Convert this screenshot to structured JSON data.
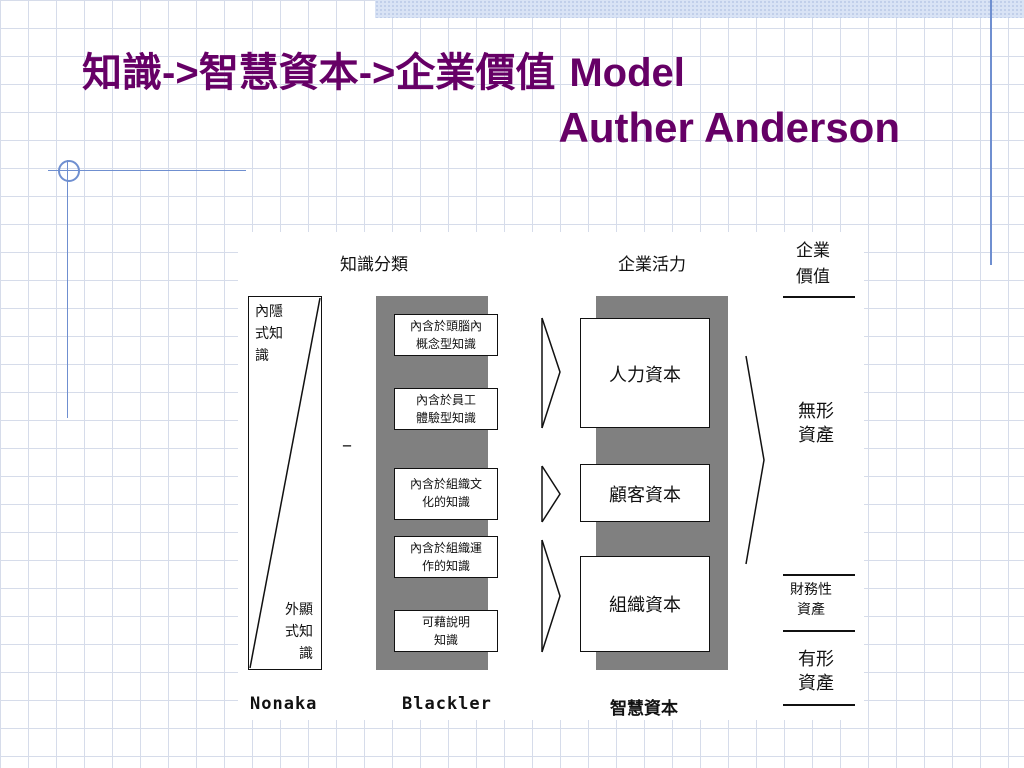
{
  "title": {
    "line1_cjk_a": "知識",
    "arrow1": "->",
    "line1_cjk_b": "智慧資本",
    "arrow2": "->",
    "line1_cjk_c": "企業價值 ",
    "line1_latin": "Model",
    "line2": "Auther Anderson"
  },
  "diagram": {
    "header_knowledge": "知識分類",
    "header_vitality": "企業活力",
    "header_value_line1": "企業",
    "header_value_line2": "價值",
    "nonaka": {
      "tacit_line1": "內隱",
      "tacit_line2": "式知",
      "tacit_line3": "識",
      "explicit_line1": "外顯",
      "explicit_line2": "式知",
      "explicit_line3": "識",
      "dash": "–",
      "label": "Nonaka"
    },
    "blackler": {
      "items": [
        {
          "l1": "內含於頭腦內",
          "l2": "概念型知識"
        },
        {
          "l1": "內含於員工",
          "l2": "體驗型知識"
        },
        {
          "l1": "內含於組織文",
          "l2": "化的知識"
        },
        {
          "l1": "內含於組織運",
          "l2": "作的知識"
        },
        {
          "l1": "可藉說明",
          "l2": "知識"
        }
      ],
      "label": "Blackler"
    },
    "capital": {
      "human": "人力資本",
      "customer": "顧客資本",
      "structural": "組織資本",
      "label": "智慧資本"
    },
    "value": {
      "intangible_l1": "無形",
      "intangible_l2": "資產",
      "financial_l1": "財務性",
      "financial_l2": "資產",
      "tangible_l1": "有形",
      "tangible_l2": "資產"
    }
  },
  "colors": {
    "title": "#660066",
    "gray_column": "#808080",
    "grid": "#d6dcea"
  }
}
